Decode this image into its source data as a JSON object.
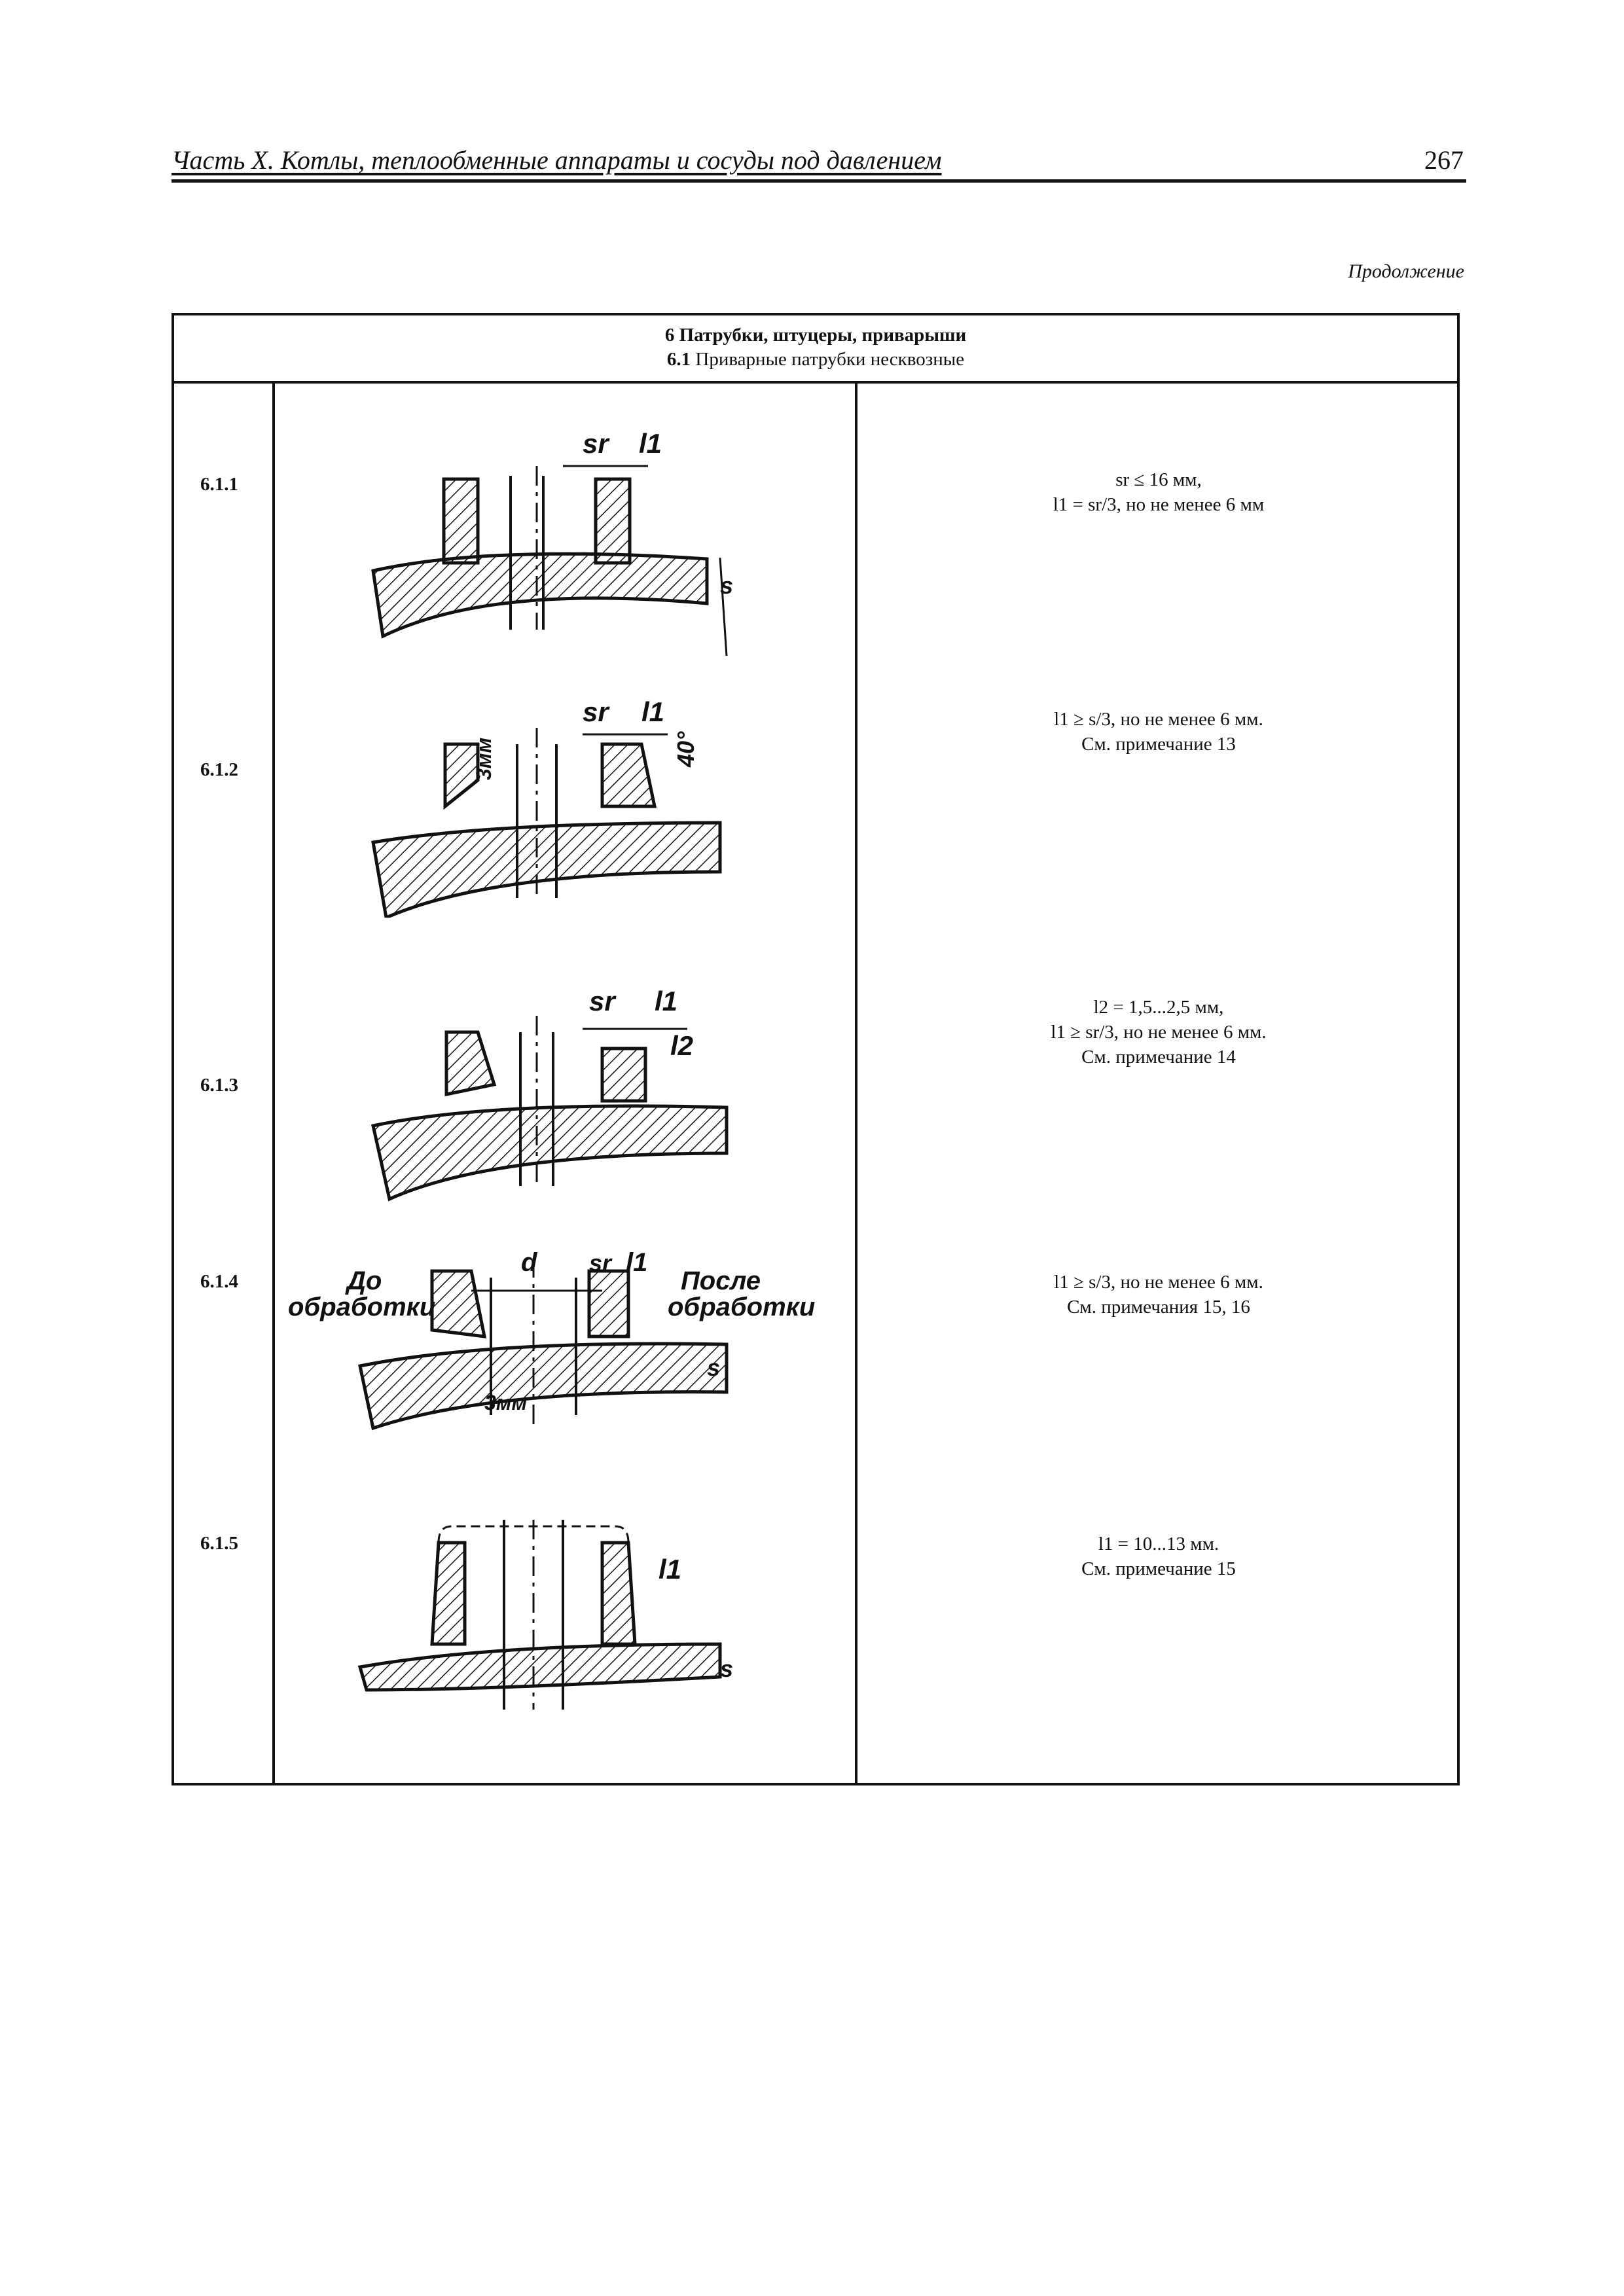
{
  "running_head": {
    "title": "Часть X. Котлы, теплообменные аппараты и сосуды под давлением",
    "page_number": "267"
  },
  "continuation": "Продолжение",
  "table": {
    "section_title": "6 Патрубки, штуцеры, приварыши",
    "subsection_num": "6.1",
    "subsection_title": "Приварные патрубки несквозные",
    "rows": [
      {
        "num": "6.1.1",
        "lines": [
          "sr ≤ 16 мм,",
          "l1 = sr/3, но не менее 6 мм"
        ],
        "labels": [
          "sr",
          "l1",
          "s"
        ]
      },
      {
        "num": "6.1.2",
        "lines": [
          "l1 ≥ s/3, но не менее 6 мм.",
          "См. примечание 13"
        ],
        "labels": [
          "sr",
          "l1",
          "3мм",
          "40°"
        ]
      },
      {
        "num": "6.1.3",
        "lines": [
          "l2 = 1,5...2,5 мм,",
          "l1 ≥ sr/3, но не менее 6 мм.",
          "См. примечание 14"
        ],
        "labels": [
          "sr",
          "l1",
          "l2"
        ]
      },
      {
        "num": "6.1.4",
        "lines": [
          "l1 ≥ s/3, но не менее 6 мм.",
          "См. примечания 15, 16"
        ],
        "labels": [
          "d",
          "sr",
          "l1",
          "До",
          "обработки",
          "После",
          "обработки",
          "s",
          "3мм"
        ]
      },
      {
        "num": "6.1.5",
        "lines": [
          "l1 = 10...13 мм.",
          "См. примечание 15"
        ],
        "labels": [
          "l1",
          "s"
        ]
      }
    ]
  }
}
